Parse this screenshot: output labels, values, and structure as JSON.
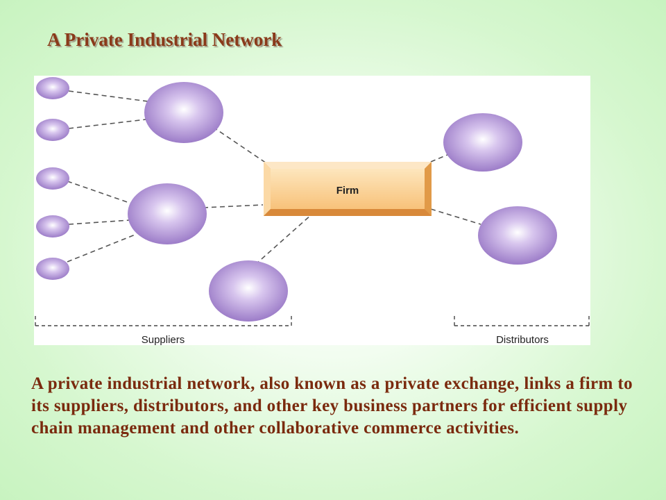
{
  "title": "A Private Industrial Network",
  "diagram": {
    "center_label": "Firm",
    "suppliers_label": "Suppliers",
    "distributors_label": "Distributors"
  },
  "caption": "A private industrial network, also known as a private exchange, links a firm to its suppliers, distributors, and other key business partners for efficient supply chain management and other collaborative commerce activities.",
  "colors": {
    "node_fill": "#b79ad8",
    "firm_fill": "#fcd49a",
    "title_color": "#8a3a1a",
    "caption_color": "#7a2a0e"
  }
}
